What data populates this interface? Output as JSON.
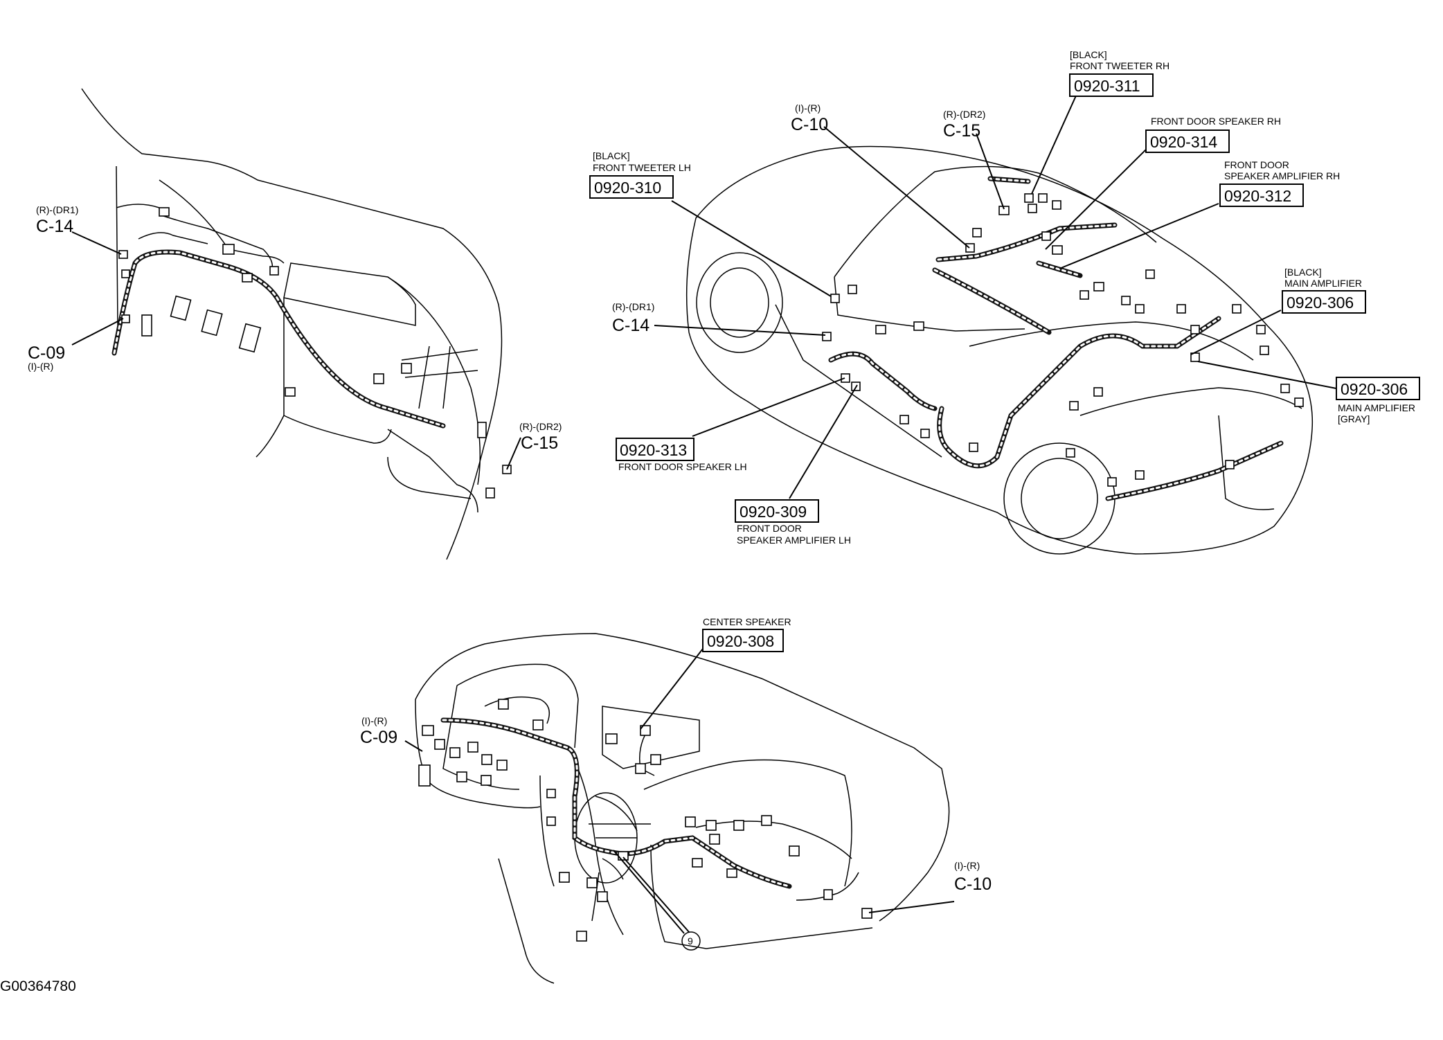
{
  "figure_id": "G00364780",
  "left_view": {
    "c14": {
      "code": "(R)-(DR1)",
      "label": "C-14"
    },
    "c09": {
      "label": "C-09",
      "code": "(I)-(R)"
    },
    "c15": {
      "code": "(R)-(DR2)",
      "label": "C-15"
    }
  },
  "car_view": {
    "c10": {
      "code": "(I)-(R)",
      "label": "C-10"
    },
    "c15": {
      "code": "(R)-(DR2)",
      "label": "C-15"
    },
    "c14": {
      "code": "(R)-(DR1)",
      "label": "C-14"
    },
    "tweeter_rh": {
      "color": "[BLACK]",
      "name": "FRONT TWEETER RH",
      "part": "0920-311"
    },
    "door_speaker_rh": {
      "name": "FRONT DOOR SPEAKER RH",
      "part": "0920-314"
    },
    "door_amp_rh": {
      "name_line1": "FRONT DOOR",
      "name_line2": "SPEAKER AMPLIFIER RH",
      "part": "0920-312"
    },
    "tweeter_lh": {
      "color": "[BLACK]",
      "name": "FRONT TWEETER LH",
      "part": "0920-310"
    },
    "main_amp_black": {
      "color": "[BLACK]",
      "name": "MAIN AMPLIFIER",
      "part": "0920-306"
    },
    "main_amp_gray": {
      "part": "0920-306",
      "name": "MAIN AMPLIFIER",
      "color": "[GRAY]"
    },
    "door_speaker_lh": {
      "part": "0920-313",
      "name": "FRONT DOOR SPEAKER LH"
    },
    "door_amp_lh": {
      "part": "0920-309",
      "name_line1": "FRONT DOOR",
      "name_line2": "SPEAKER AMPLIFIER LH"
    }
  },
  "dash_view": {
    "center_speaker": {
      "name": "CENTER SPEAKER",
      "part": "0920-308"
    },
    "c09": {
      "code": "(I)-(R)",
      "label": "C-09"
    },
    "c10": {
      "code": "(I)-(R)",
      "label": "C-10"
    },
    "ground_point": "9"
  }
}
